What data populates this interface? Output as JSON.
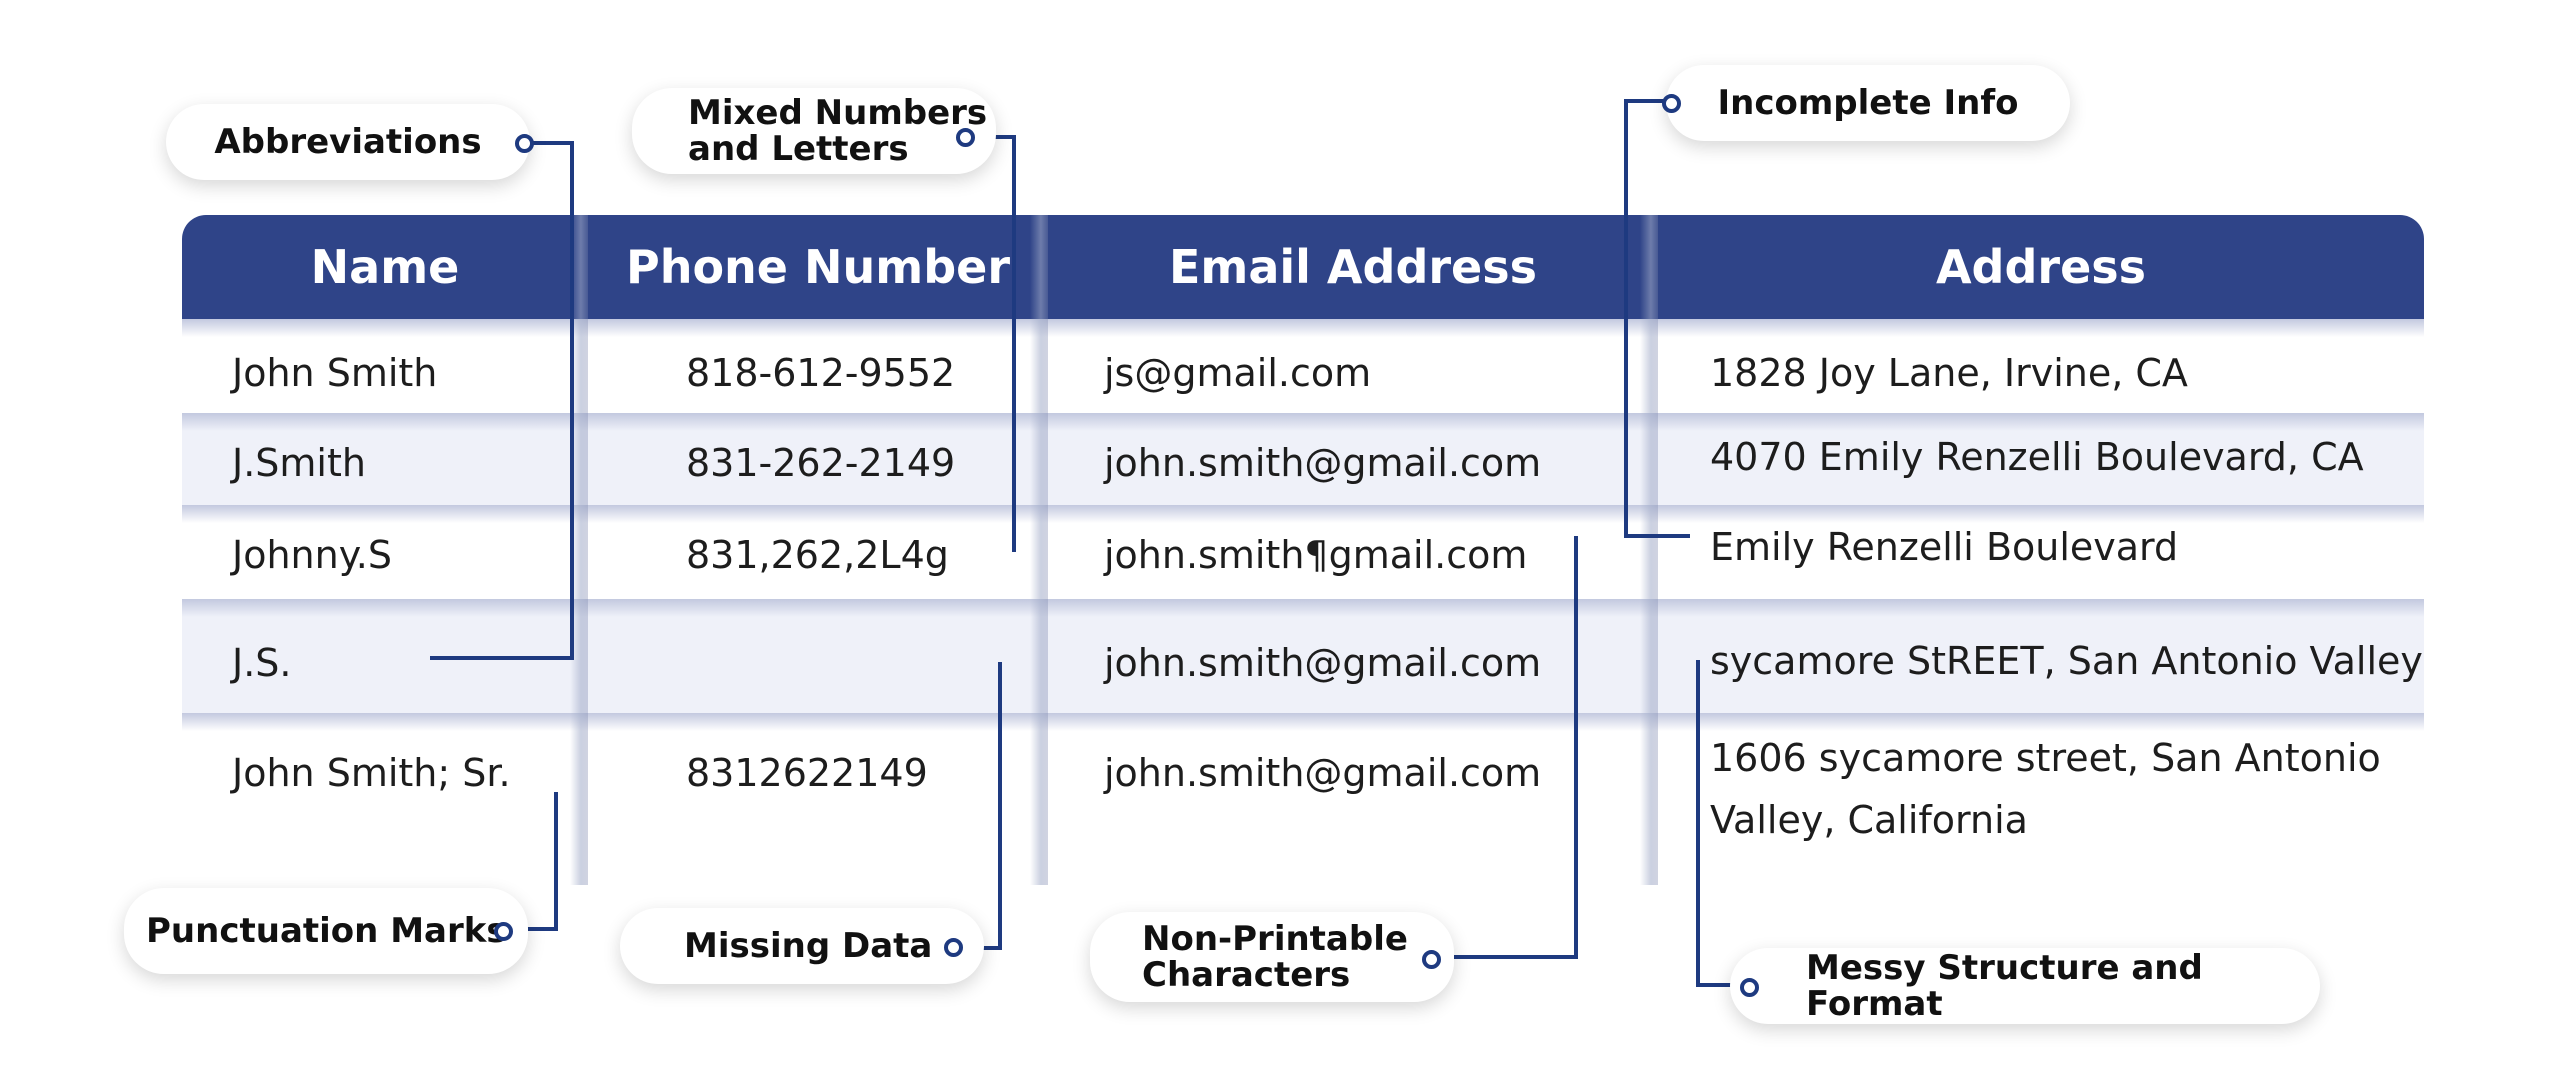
{
  "table": {
    "headers": [
      "Name",
      "Phone Number",
      "Email Address",
      "Address"
    ],
    "rows": [
      {
        "name": "John Smith",
        "phone": "818-612-9552",
        "email": "js@gmail.com",
        "address": "1828  Joy Lane, Irvine, CA"
      },
      {
        "name": "J.Smith",
        "phone": "831-262-2149",
        "email": "john.smith@gmail.com",
        "address": "4070  Emily Renzelli Boulevard, CA"
      },
      {
        "name": "Johnny.S",
        "phone": "831,262,2L4g",
        "email": "john.smith¶gmail.com",
        "address": "Emily Renzelli Boulevard"
      },
      {
        "name": "J.S.",
        "phone": "",
        "email": "john.smith@gmail.com",
        "address": "sycamore StREET, San Antonio Valley"
      },
      {
        "name": "John Smith; Sr.",
        "phone": "8312622149",
        "email": "john.smith@gmail.com",
        "address": "1606  sycamore street, San Antonio Valley, California"
      }
    ]
  },
  "callouts": {
    "abbreviations": "Abbreviations",
    "mixed_numbers_line1": "Mixed Numbers",
    "mixed_numbers_line2": "and Letters",
    "incomplete_info": "Incomplete Info",
    "punctuation_marks": "Punctuation Marks",
    "missing_data": "Missing Data",
    "non_printable_line1": "Non-Printable",
    "non_printable_line2": "Characters",
    "messy_structure": "Messy Structure and Format"
  },
  "colors": {
    "header_bg": "#2f4488",
    "connector": "#1e3a80",
    "alt_row": "#eff1f9"
  }
}
